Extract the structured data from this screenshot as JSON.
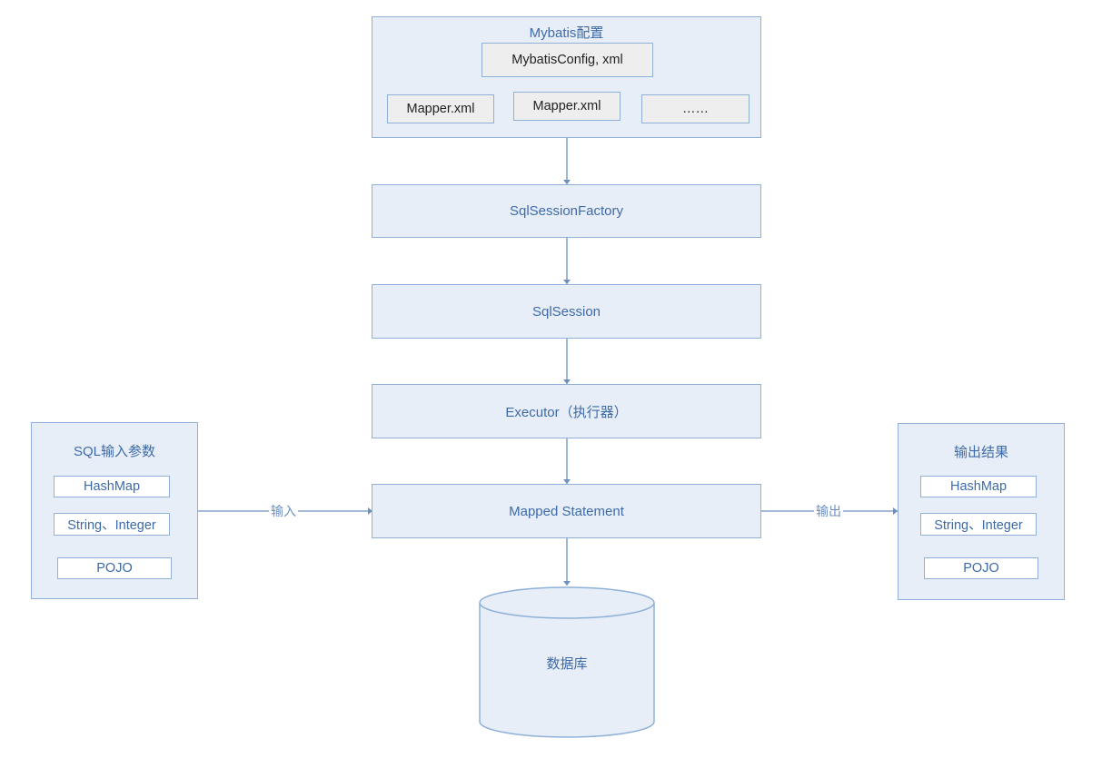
{
  "config": {
    "title": "Mybatis配置",
    "main_file": "MybatisConfig, xml",
    "mappers": [
      "Mapper.xml",
      "Mapper.xml",
      "……"
    ]
  },
  "flow": {
    "factory": "SqlSessionFactory",
    "session": "SqlSession",
    "executor": "Executor（执行器）",
    "mapped": "Mapped Statement",
    "database": "数据库"
  },
  "input_panel": {
    "title": "SQL输入参数",
    "items": [
      "HashMap",
      "String、Integer",
      "POJO"
    ]
  },
  "output_panel": {
    "title": "输出结果",
    "items": [
      "HashMap",
      "String、Integer",
      "POJO"
    ]
  },
  "edges": {
    "input_label": "输入",
    "output_label": "输出"
  },
  "colors": {
    "box_fill": "#e8eef8",
    "box_border": "#8fb0d8",
    "text": "#3d6aa8",
    "connector": "#6d8fbf"
  }
}
